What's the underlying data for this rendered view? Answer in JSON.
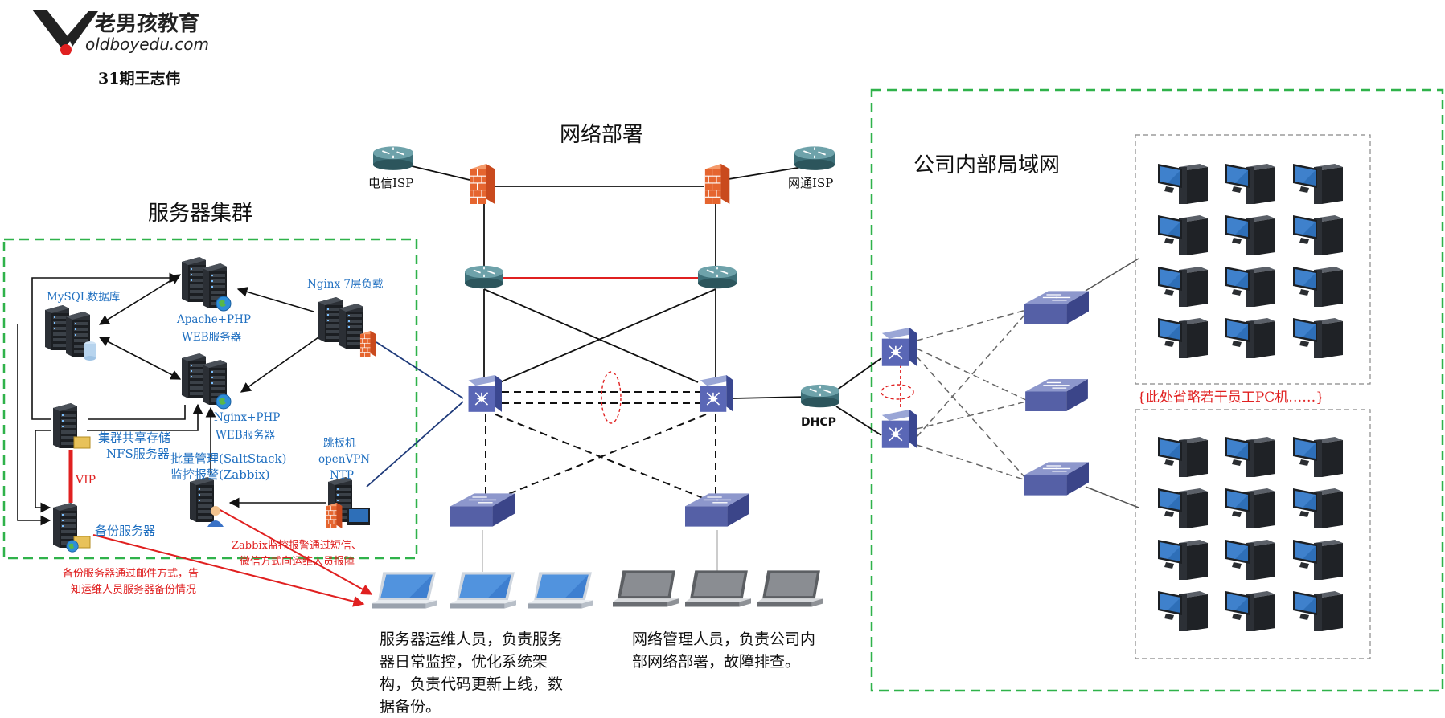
{
  "logo": {
    "brand_cn": "老男孩教育",
    "brand_en": "oldboyedu.com",
    "author": "31期王志伟"
  },
  "titles": {
    "network": "网络部署",
    "server_cluster": "服务器集群",
    "lan": "公司内部局域网"
  },
  "isp": {
    "telecom": "电信ISP",
    "unicom": "网通ISP"
  },
  "servers": {
    "mysql": "MySQL数据库",
    "apache_line1": "Apache+PHP",
    "apache_line2": "WEB服务器",
    "nginx_lb": "Nginx 7层负载",
    "nginx_web_line1": "Nginx+PHP",
    "nginx_web_line2": "WEB服务器",
    "nfs_line1": "集群共享存储",
    "nfs_line2": "NFS服务器",
    "vip": "VIP",
    "backup": "备份服务器",
    "mgmt_line1": "批量管理(SaltStack)",
    "mgmt_line2": "监控报警(Zabbix)",
    "jump_line1": "跳板机",
    "jump_line2": "openVPN",
    "jump_line3": "NTP"
  },
  "annotations": {
    "zabbix_line1": "Zabbix监控报警通过短信、",
    "zabbix_line2": "微信方式向运维人员报障",
    "backup_line1": "备份服务器通过邮件方式，告",
    "backup_line2": "知运维人员服务器备份情况",
    "pc_omitted": "{此处省略若干员工PC机……}"
  },
  "devices": {
    "dhcp": "DHCP"
  },
  "descriptions": {
    "ops_line1": "服务器运维人员，负责服务",
    "ops_line2": "器日常监控，优化系统架",
    "ops_line3": "构，负责代码更新上线，数",
    "ops_line4": "据备份。",
    "netadmin_line1": "网络管理人员，负责公司内",
    "netadmin_line2": "部网络部署，故障排查。"
  },
  "colors": {
    "blue_text": "#1f6fc0",
    "red_text": "#e02020",
    "green_border": "#2fb24a",
    "link_red": "#e02020",
    "link_navy": "#1e3a7a"
  }
}
